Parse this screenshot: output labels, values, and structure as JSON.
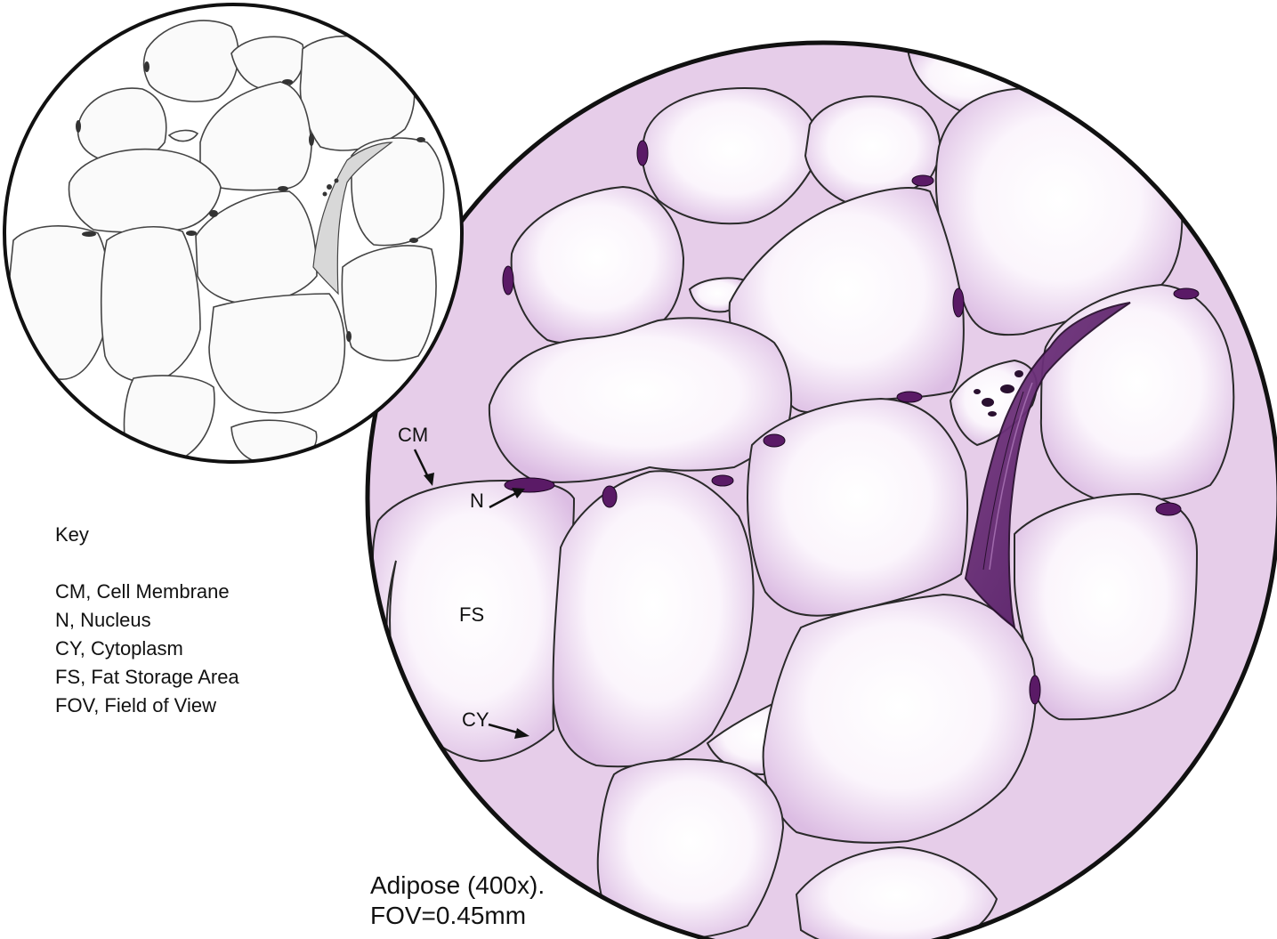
{
  "labels": {
    "cm": "CM",
    "n": "N",
    "fs": "FS",
    "cy": "CY"
  },
  "key": {
    "title": "Key",
    "items": [
      "CM, Cell Membrane",
      "N, Nucleus",
      "CY, Cytoplasm",
      "FS, Fat Storage Area",
      "FOV, Field of View"
    ]
  },
  "caption": {
    "line1": "Adipose (400x).",
    "line2": "FOV=0.45mm"
  },
  "colors": {
    "stain_background": "#e6cde9",
    "cell_center": "#ffffff",
    "cell_edge": "#d9b6e0",
    "nucleus": "#5a1a66",
    "membrane": "#2a2a2a"
  }
}
